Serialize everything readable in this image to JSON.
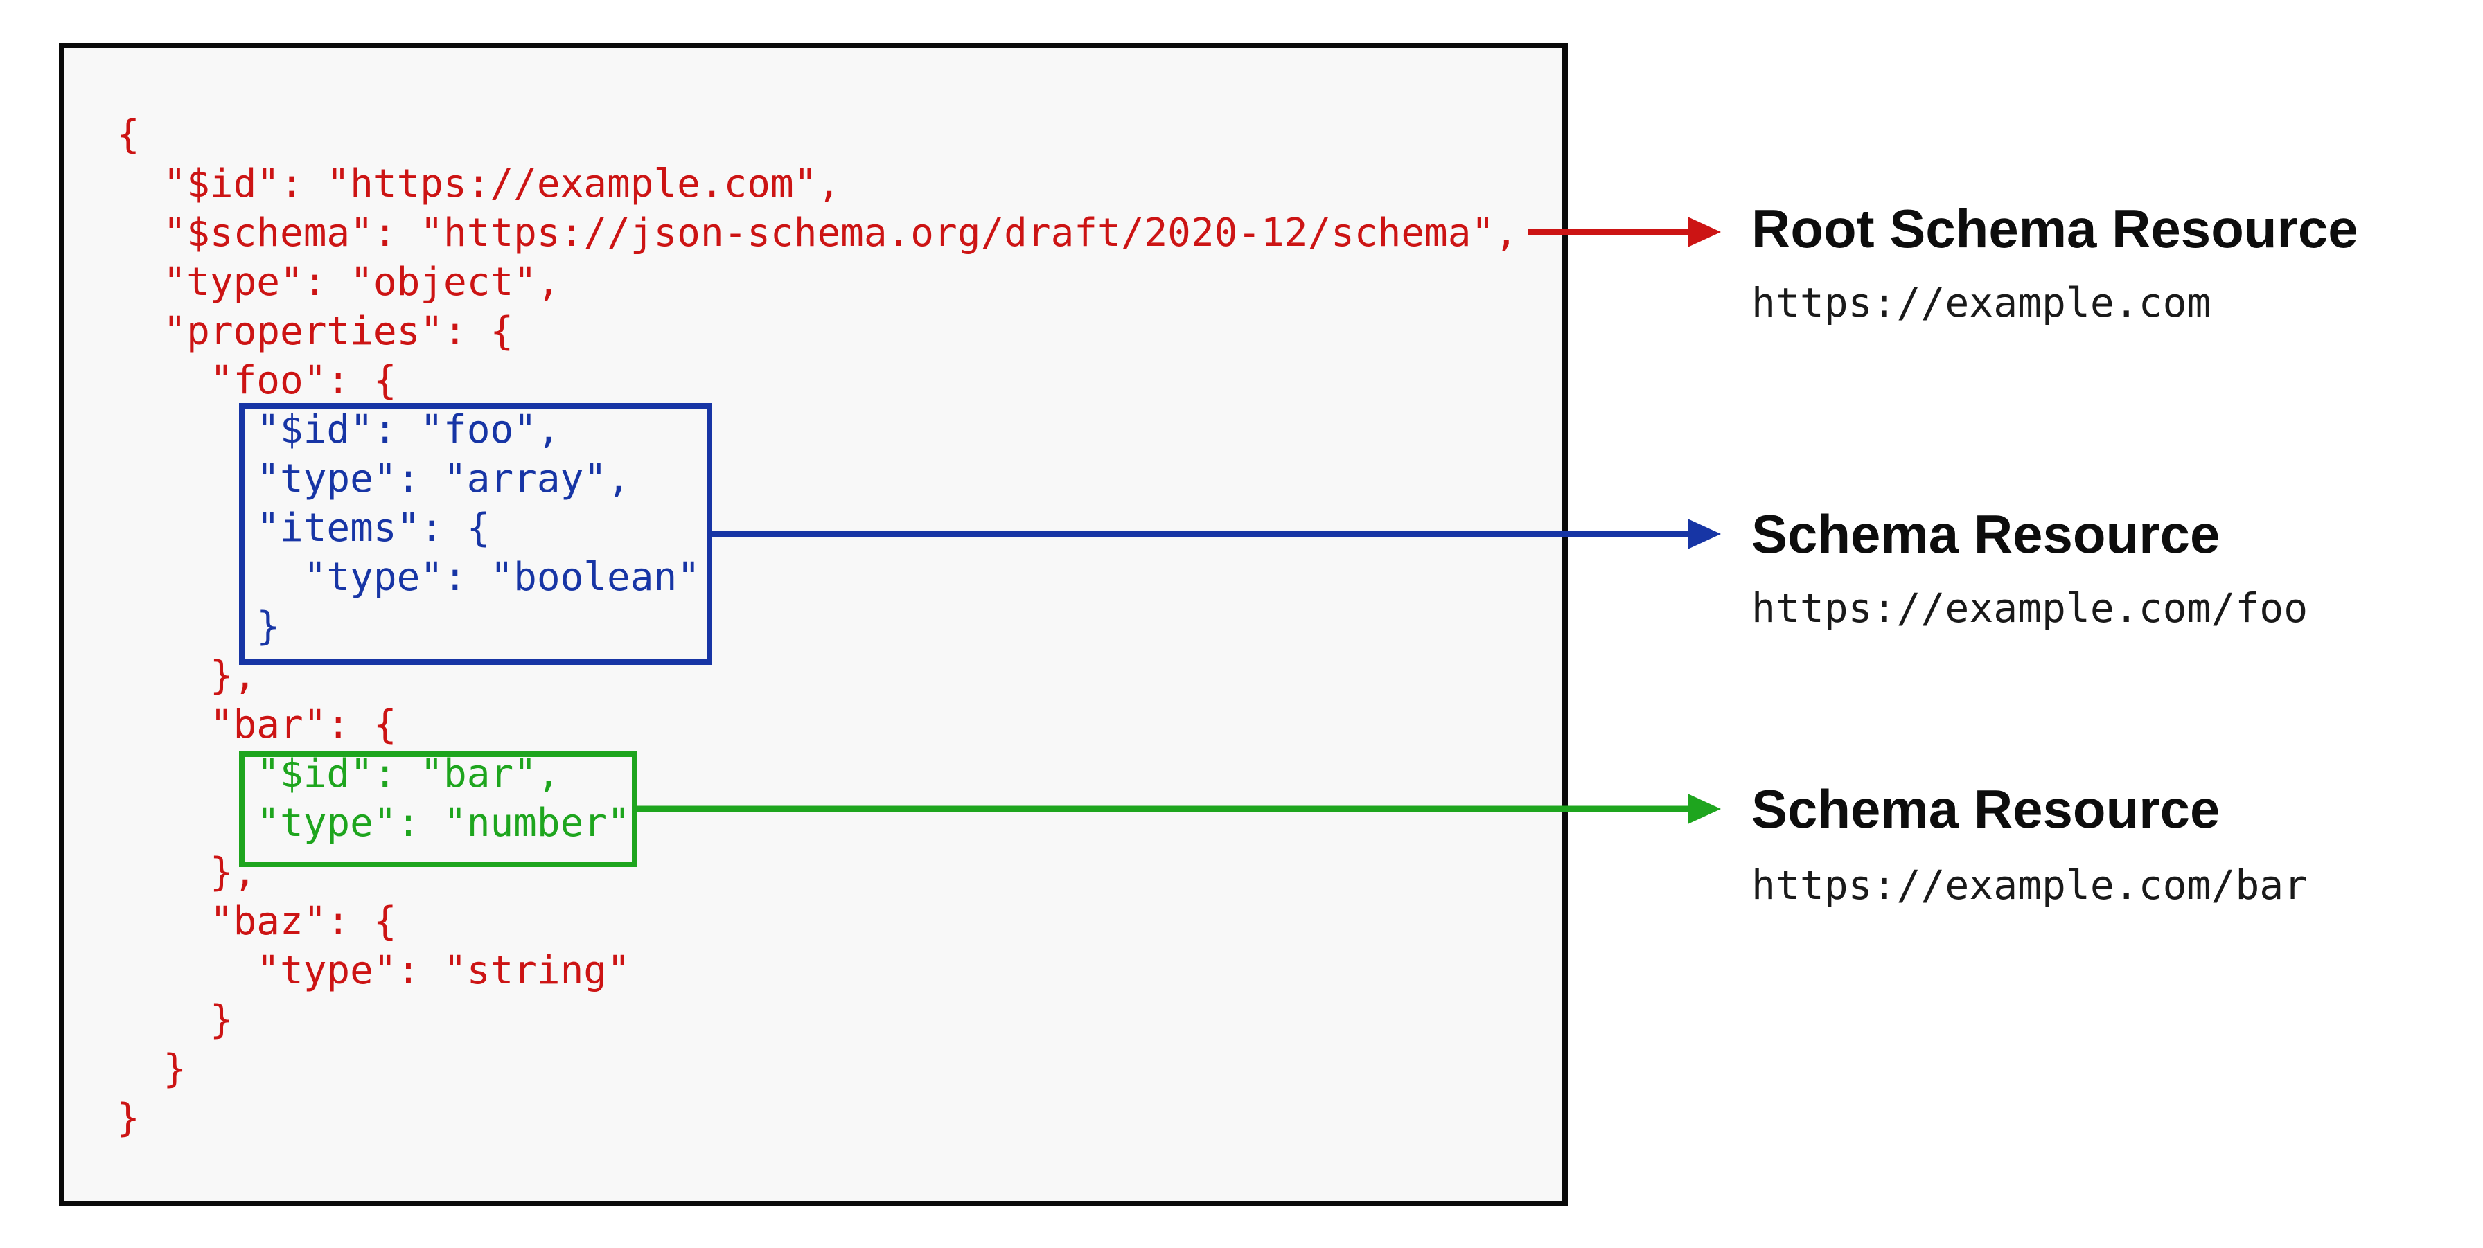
{
  "colors": {
    "red": "#cc1414",
    "blue": "#1735a5",
    "green": "#1ea51e",
    "panel_border": "#0a0a0a",
    "panel_bg": "#f8f8f8",
    "label_text": "#0d0d0d"
  },
  "code": {
    "lines": [
      {
        "text": "{",
        "color": "red"
      },
      {
        "text": "  \"$id\": \"https://example.com\",",
        "color": "red"
      },
      {
        "text": "  \"$schema\": \"https://json-schema.org/draft/2020-12/schema\",",
        "color": "red"
      },
      {
        "text": "  \"type\": \"object\",",
        "color": "red"
      },
      {
        "text": "  \"properties\": {",
        "color": "red"
      },
      {
        "text": "    \"foo\": {",
        "color": "red"
      },
      {
        "text": "      \"$id\": \"foo\",",
        "color": "blue"
      },
      {
        "text": "      \"type\": \"array\",",
        "color": "blue"
      },
      {
        "text": "      \"items\": {",
        "color": "blue"
      },
      {
        "text": "        \"type\": \"boolean\"",
        "color": "blue"
      },
      {
        "text": "      }",
        "color": "blue"
      },
      {
        "text": "    },",
        "color": "red"
      },
      {
        "text": "    \"bar\": {",
        "color": "red"
      },
      {
        "text": "      \"$id\": \"bar\",",
        "color": "green"
      },
      {
        "text": "      \"type\": \"number\"",
        "color": "green"
      },
      {
        "text": "    },",
        "color": "red"
      },
      {
        "text": "    \"baz\": {",
        "color": "red"
      },
      {
        "text": "      \"type\": \"string\"",
        "color": "red"
      },
      {
        "text": "    }",
        "color": "red"
      },
      {
        "text": "  }",
        "color": "red"
      },
      {
        "text": "}",
        "color": "red"
      }
    ]
  },
  "annotations": {
    "root": {
      "title": "Root Schema Resource",
      "url": "https://example.com"
    },
    "foo": {
      "title": "Schema Resource",
      "url": "https://example.com/foo"
    },
    "bar": {
      "title": "Schema Resource",
      "url": "https://example.com/bar"
    }
  }
}
